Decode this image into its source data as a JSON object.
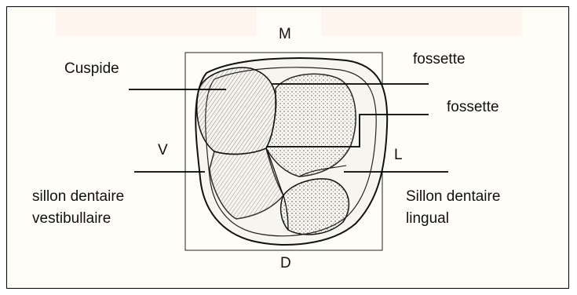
{
  "diagram": {
    "orientation": {
      "mesial": "M",
      "distal": "D",
      "vestibular": "V",
      "lingual": "L"
    },
    "labels": {
      "cuspide": "Cuspide",
      "fossette_top": "fossette",
      "fossette_right": "fossette",
      "sillon_v_line1": "sillon dentaire",
      "sillon_v_line2": "vestibullaire",
      "sillon_l_line1": "Sillon dentaire",
      "sillon_l_line2": "lingual"
    }
  }
}
